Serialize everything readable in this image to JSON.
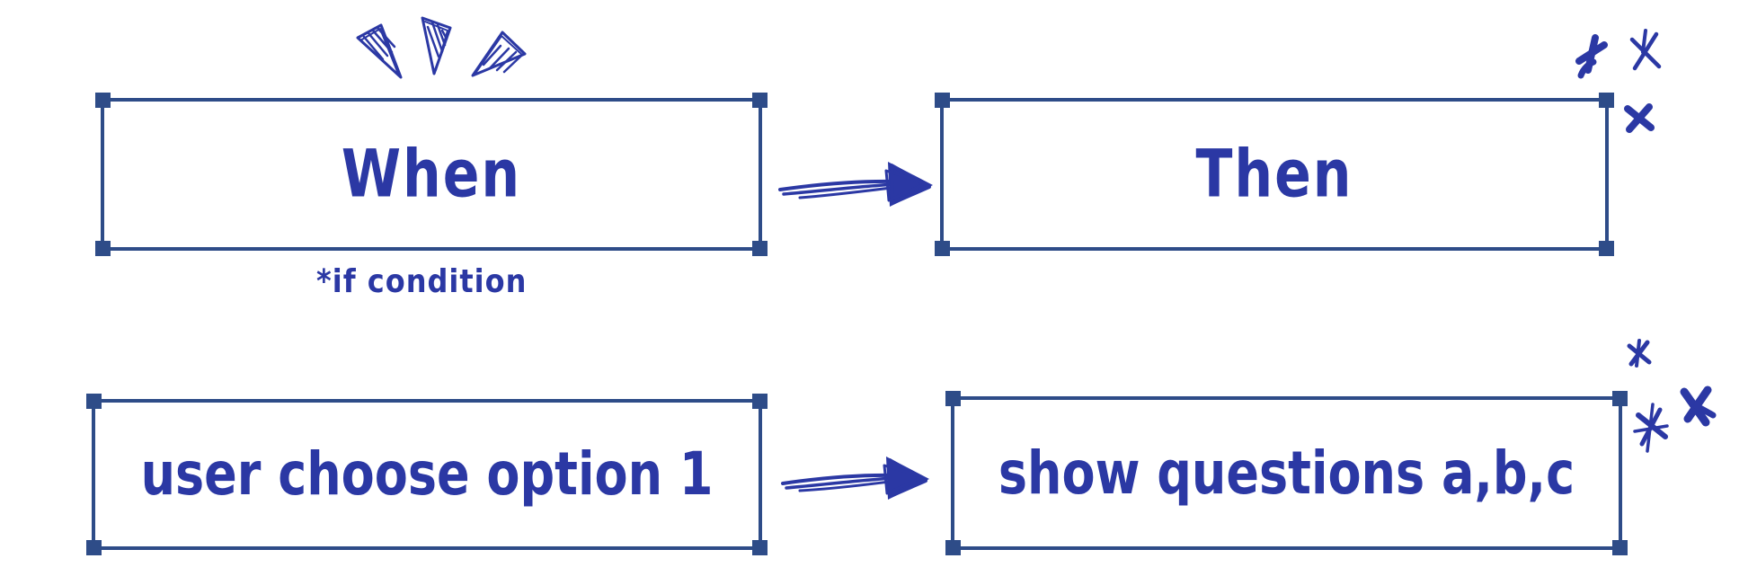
{
  "app": {
    "type": "hand-drawn flow sketch"
  },
  "colors": {
    "ink": "#2b38a4",
    "frame": "#2e4c88",
    "background": "#ffffff"
  },
  "boxes": {
    "when": {
      "label": "When"
    },
    "then": {
      "label": "Then"
    },
    "user_option": {
      "label": "user choose option 1"
    },
    "show_questions": {
      "label": "show questions a,b,c"
    }
  },
  "annotations": {
    "if_condition": "*if condition"
  },
  "icons": {
    "triangles": "emphasis-triangles-doodle",
    "arrow_top": "sketch-arrow-right",
    "arrow_bottom": "sketch-arrow-right",
    "stars_top_right": "sparkle-asterisk-doodles",
    "stars_bottom_right": "sparkle-asterisk-doodles",
    "handles": "resize-handle-square"
  }
}
